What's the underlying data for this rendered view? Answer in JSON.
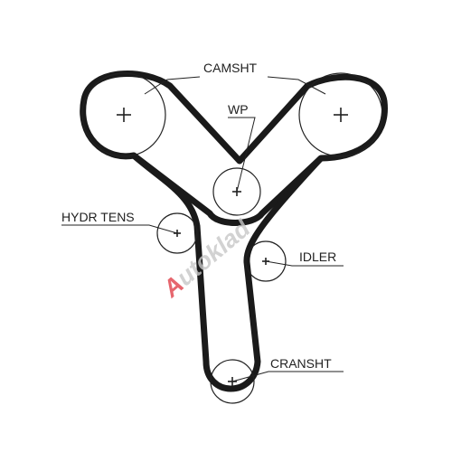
{
  "labels": {
    "camshaft": "CAMSHT",
    "water_pump": "WP",
    "hydraulic_tensioner": "HYDR TENS",
    "idler": "IDLER",
    "crankshaft": "CRANSHT"
  },
  "watermark": {
    "first_letter": "A",
    "rest": "utoklad"
  },
  "colors": {
    "belt": "#1a1a1a",
    "line": "#222222",
    "watermark_accent": "#e0404a",
    "watermark_text": "#c8c8c8"
  }
}
